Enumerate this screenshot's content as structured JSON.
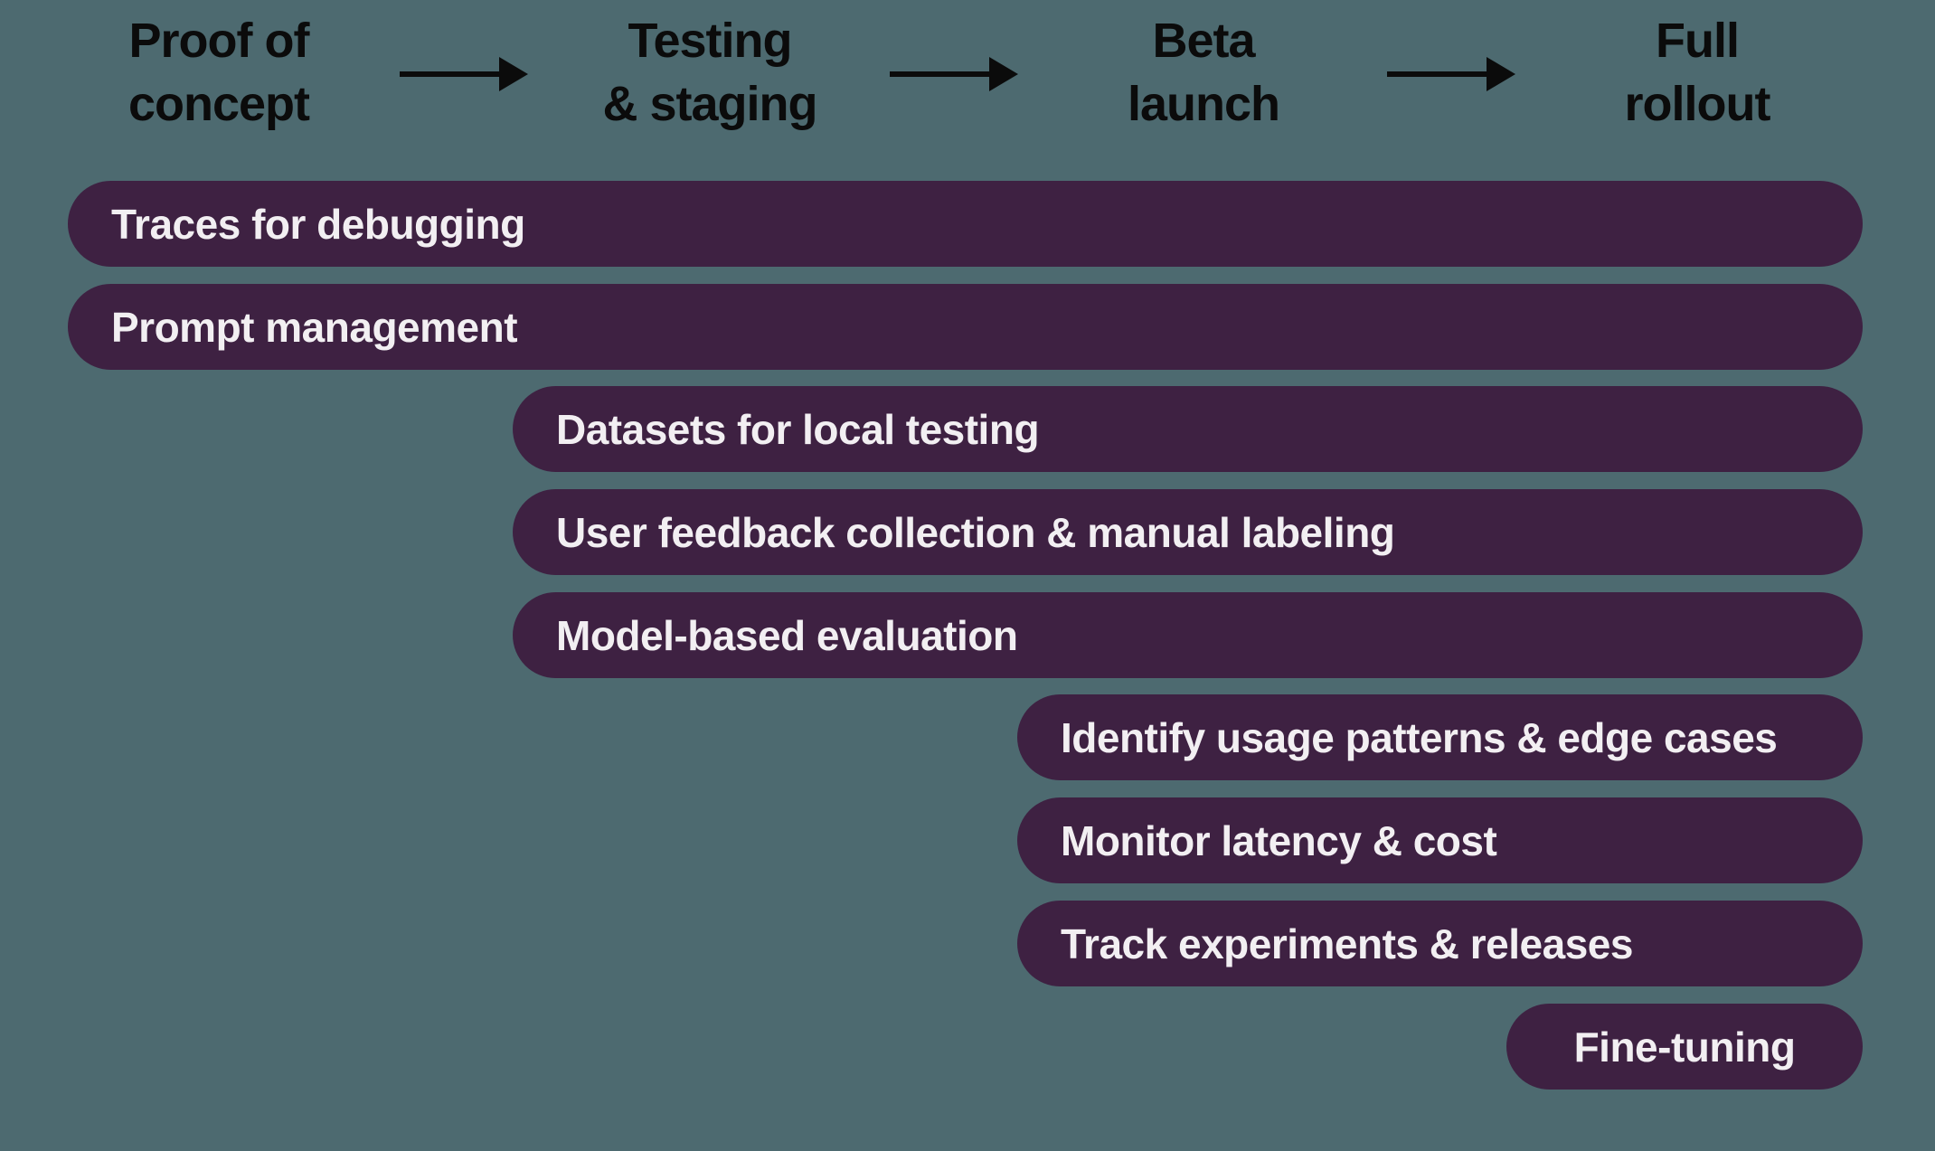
{
  "diagram": {
    "colors": {
      "background": "#4D6A70",
      "bar_fill": "#3E2142",
      "bar_text": "#F2EFF2",
      "header_text": "#0B0B0B"
    },
    "stages": [
      {
        "line1": "Proof of",
        "line2": "concept"
      },
      {
        "line1": "Testing",
        "line2": "& staging"
      },
      {
        "line1": "Beta",
        "line2": "launch"
      },
      {
        "line1": "Full",
        "line2": "rollout"
      }
    ],
    "bars": [
      {
        "label": "Traces for debugging",
        "start_stage": "Proof of concept"
      },
      {
        "label": "Prompt management",
        "start_stage": "Proof of concept"
      },
      {
        "label": "Datasets for local testing",
        "start_stage": "Testing & staging"
      },
      {
        "label": "User feedback collection & manual labeling",
        "start_stage": "Testing & staging"
      },
      {
        "label": "Model-based evaluation",
        "start_stage": "Testing & staging"
      },
      {
        "label": "Identify usage patterns & edge cases",
        "start_stage": "Beta launch"
      },
      {
        "label": "Monitor latency & cost",
        "start_stage": "Beta launch"
      },
      {
        "label": "Track experiments & releases",
        "start_stage": "Beta launch"
      },
      {
        "label": "Fine-tuning",
        "start_stage": "Full rollout"
      }
    ]
  }
}
